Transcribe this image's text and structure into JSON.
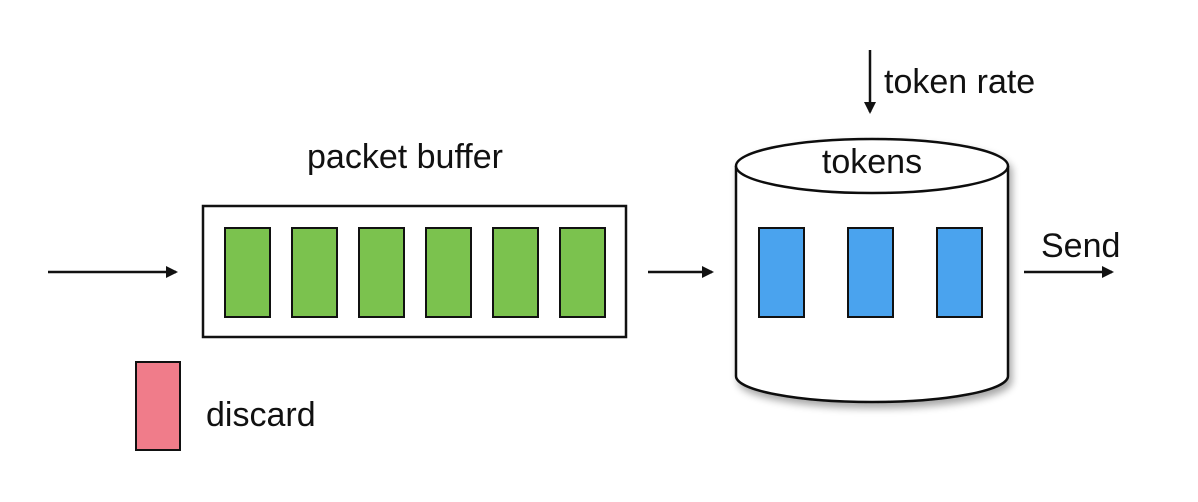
{
  "labels": {
    "token_rate": "token rate",
    "packet_buffer": "packet buffer",
    "tokens": "tokens",
    "send": "Send",
    "discard": "discard"
  },
  "packet_buffer": {
    "packet_count": 6
  },
  "token_bucket": {
    "token_count": 3
  },
  "colors": {
    "packet": "#7bc24e",
    "token": "#4aa3ee",
    "discard": "#f07c8a",
    "stroke": "#111111",
    "background": "#ffffff"
  }
}
